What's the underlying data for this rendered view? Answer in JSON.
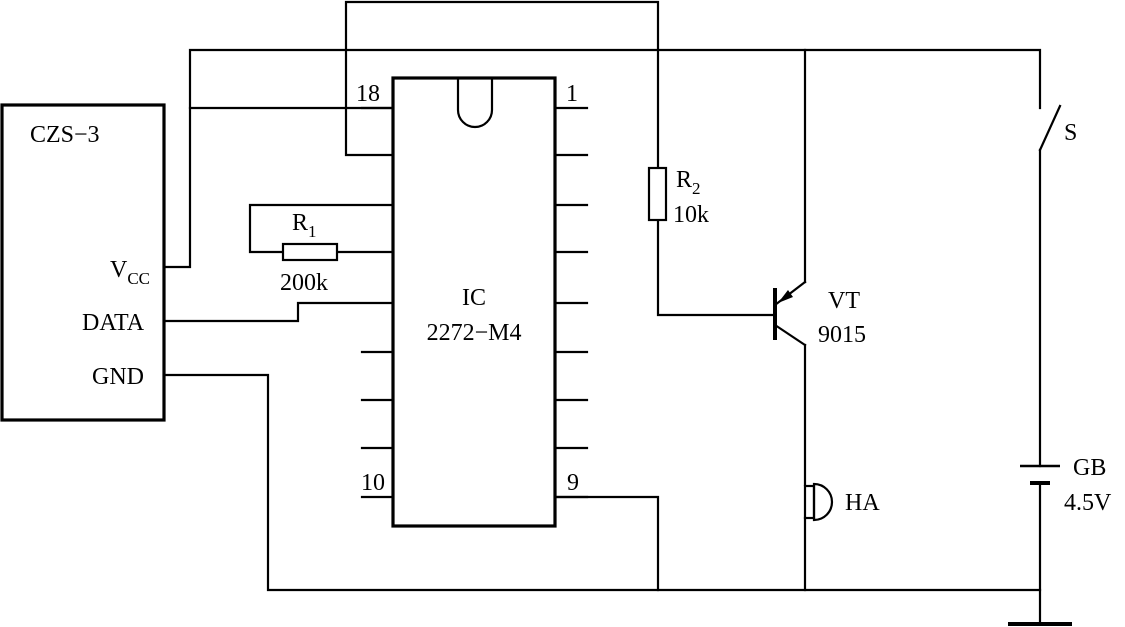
{
  "module": {
    "name": "CZS−3",
    "vcc_main": "V",
    "vcc_sub": "CC",
    "data_pin": "DATA",
    "gnd_pin": "GND"
  },
  "ic": {
    "line1": "IC",
    "line2": "2272−M4",
    "pin_18": "18",
    "pin_1": "1",
    "pin_10": "10",
    "pin_9": "9"
  },
  "r1": {
    "main": "R",
    "sub": "1",
    "value": "200k"
  },
  "r2": {
    "main": "R",
    "sub": "2",
    "value": "10k"
  },
  "transistor": {
    "name": "VT",
    "part": "9015"
  },
  "buzzer": {
    "name": "HA"
  },
  "switch": {
    "name": "S"
  },
  "battery": {
    "name": "GB",
    "voltage": "4.5V"
  }
}
